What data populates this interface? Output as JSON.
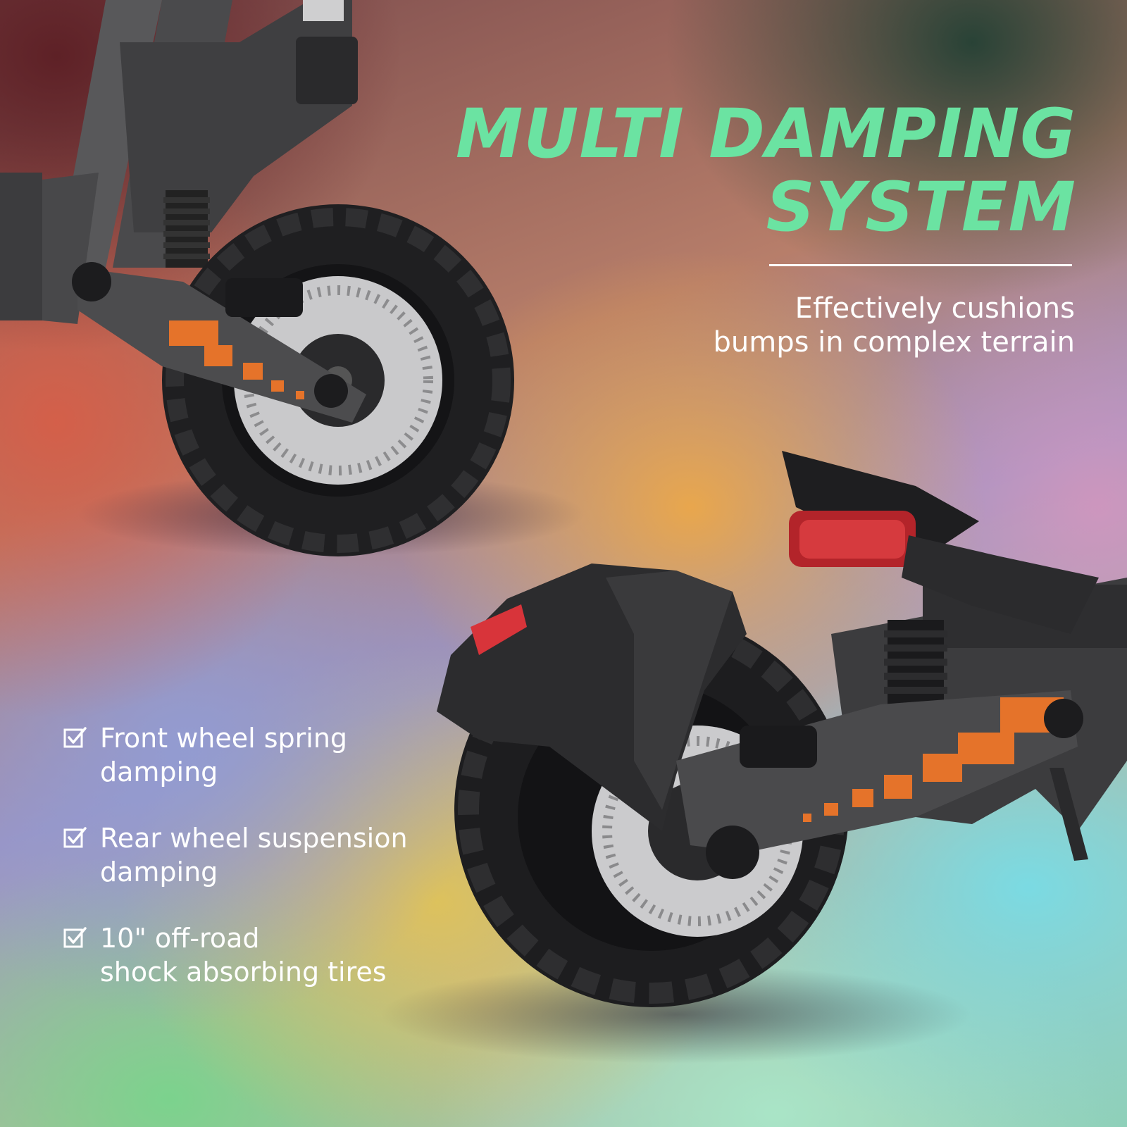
{
  "headline": {
    "line1": "MULTI DAMPING",
    "line2": "SYSTEM"
  },
  "subtitle": {
    "line1": "Effectively cushions",
    "line2": "bumps in complex terrain"
  },
  "features": [
    {
      "icon": "checkbox-icon",
      "line1": "Front wheel spring",
      "line2": "damping"
    },
    {
      "icon": "checkbox-icon",
      "line1": "Rear wheel suspension",
      "line2": "damping"
    },
    {
      "icon": "checkbox-icon",
      "line1": "10\" off-road",
      "line2": "shock absorbing tires"
    }
  ],
  "colors": {
    "headline": "#6be3a2",
    "text": "#ffffff",
    "accent_orange": "#e5732a",
    "frame_gray": "#4a4a4c",
    "tire_black": "#1e1e20"
  },
  "photo": {
    "subject": "electric scooter front and rear wheels with disc brakes and suspension"
  }
}
